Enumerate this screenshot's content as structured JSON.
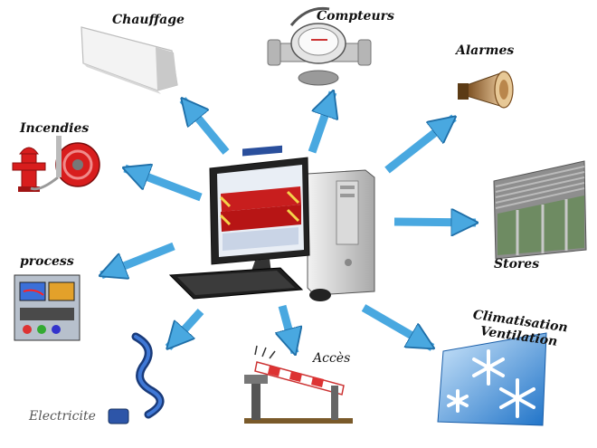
{
  "labels": {
    "chauffage": "Chauffage",
    "compteurs": "Compteurs",
    "alarmes": "Alarmes",
    "incendies": "Incendies",
    "stores": "Stores",
    "process": "process",
    "climatisation": "Climatisation",
    "ventilation": "Ventilation",
    "acces": "Accès",
    "electricite": "Electricite"
  },
  "colors": {
    "arrow": "#49a8e0",
    "arrow_dark": "#1f6fa8",
    "monitor_red": "#c81e1e",
    "monitor_blue": "#2a4f9c",
    "snow_blue": "#2f86d6",
    "hydrant_red": "#d81d1d"
  },
  "icons": [
    "radiator-icon",
    "water-meter-icon",
    "siren-horn-icon",
    "fire-hydrant-icon",
    "fire-hose-reel-icon",
    "window-blinds-icon",
    "process-panel-icon",
    "snowflake-icon",
    "barrier-gate-icon",
    "electric-cable-icon",
    "computer-icon"
  ]
}
